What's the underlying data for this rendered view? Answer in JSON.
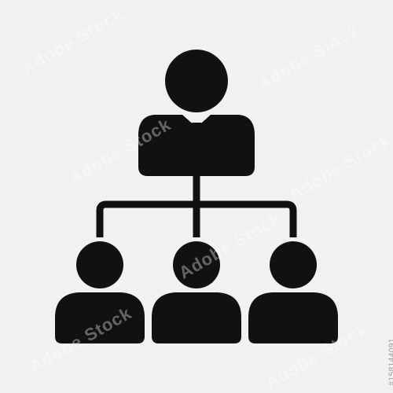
{
  "colors": {
    "background": "#f0f1f3",
    "icon": "#111111",
    "accent": "#f0f1f3"
  },
  "icon": {
    "name": "org-chart-hierarchy-icon",
    "parts": [
      "manager-figure-icon",
      "connector-lines",
      "team-member-figure-icon",
      "team-member-figure-icon",
      "team-member-figure-icon"
    ]
  },
  "watermark": {
    "text": "Adobe Stock"
  },
  "stock_id": "#158144091"
}
